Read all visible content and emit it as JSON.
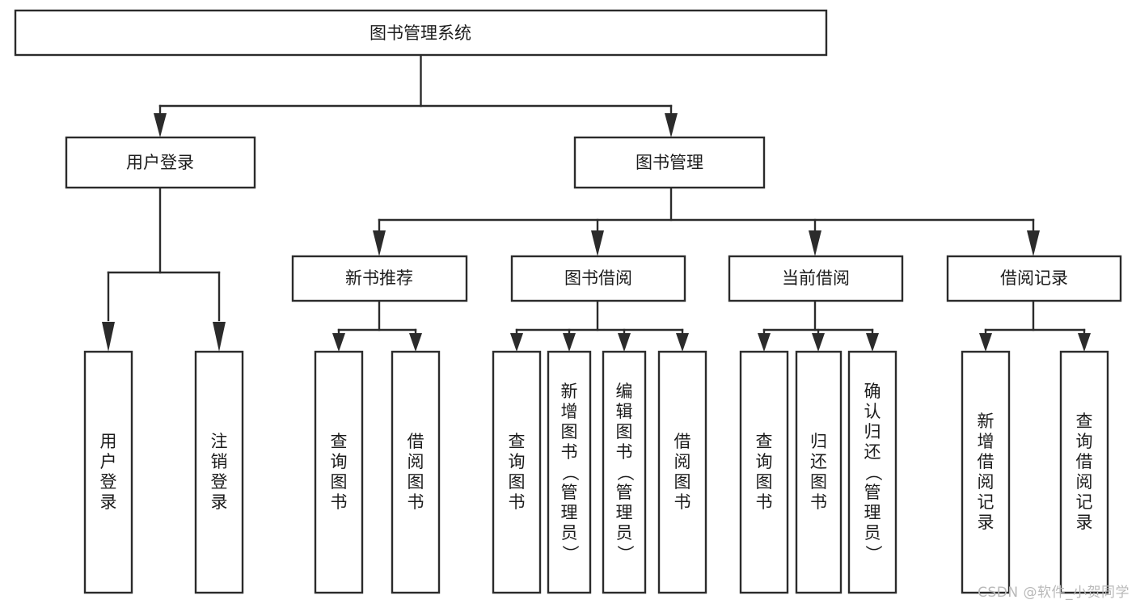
{
  "diagram": {
    "type": "tree-hierarchy",
    "title": "图书管理系统",
    "orientation": "top-down",
    "colors": {
      "box_stroke": "#2b2b2b",
      "box_fill": "#ffffff",
      "connector": "#2b2b2b",
      "text": "#1c1c1c",
      "background": "#ffffff",
      "watermark": "#b9b9b9"
    },
    "root": {
      "label": "图书管理系统",
      "name": "node-root-system"
    },
    "level1": [
      {
        "label": "用户登录",
        "name": "node-user-login"
      },
      {
        "label": "图书管理",
        "name": "node-book-management"
      }
    ],
    "level2": [
      {
        "label": "新书推荐",
        "name": "node-new-book-recommend"
      },
      {
        "label": "图书借阅",
        "name": "node-book-borrow"
      },
      {
        "label": "当前借阅",
        "name": "node-current-borrow"
      },
      {
        "label": "借阅记录",
        "name": "node-borrow-record"
      }
    ],
    "leaves": {
      "user_login": [
        {
          "label": "用户登录",
          "name": "leaf-user-login"
        },
        {
          "label": "注销登录",
          "name": "leaf-logout"
        }
      ],
      "new_book_recommend": [
        {
          "label": "查询图书",
          "name": "leaf-query-book-recommend"
        },
        {
          "label": "借阅图书",
          "name": "leaf-borrow-book-recommend"
        }
      ],
      "book_borrow": [
        {
          "label": "查询图书",
          "name": "leaf-query-book-borrow"
        },
        {
          "label": "新增图书（管理员）",
          "name": "leaf-add-book-admin"
        },
        {
          "label": "编辑图书（管理员）",
          "name": "leaf-edit-book-admin"
        },
        {
          "label": "借阅图书",
          "name": "leaf-borrow-book"
        }
      ],
      "current_borrow": [
        {
          "label": "查询图书",
          "name": "leaf-query-book-current"
        },
        {
          "label": "归还图书",
          "name": "leaf-return-book"
        },
        {
          "label": "确认归还（管理员）",
          "name": "leaf-confirm-return-admin"
        }
      ],
      "borrow_record": [
        {
          "label": "新增借阅记录",
          "name": "leaf-add-borrow-record"
        },
        {
          "label": "查询借阅记录",
          "name": "leaf-query-borrow-record"
        }
      ]
    },
    "watermark": "CSDN @软件_小贺同学"
  }
}
